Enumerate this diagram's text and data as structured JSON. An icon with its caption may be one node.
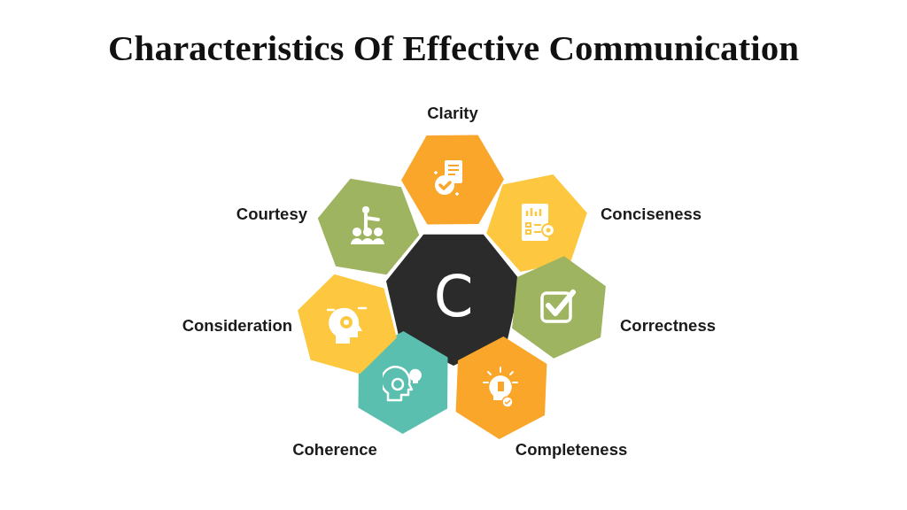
{
  "diagram": {
    "title": "Characteristics Of Effective Communication",
    "nodes": [
      {
        "text": [
          "C"
        ]
      },
      {
        "text": [
          "Clarity"
        ]
      },
      {
        "text": [
          "Conciseness"
        ]
      },
      {
        "text": [
          "Correctness"
        ]
      },
      {
        "text": [
          "Completeness"
        ]
      },
      {
        "text": [
          "Coherence"
        ]
      },
      {
        "text": [
          "Consideration"
        ]
      },
      {
        "text": [
          "Courtesy"
        ]
      }
    ]
  }
}
